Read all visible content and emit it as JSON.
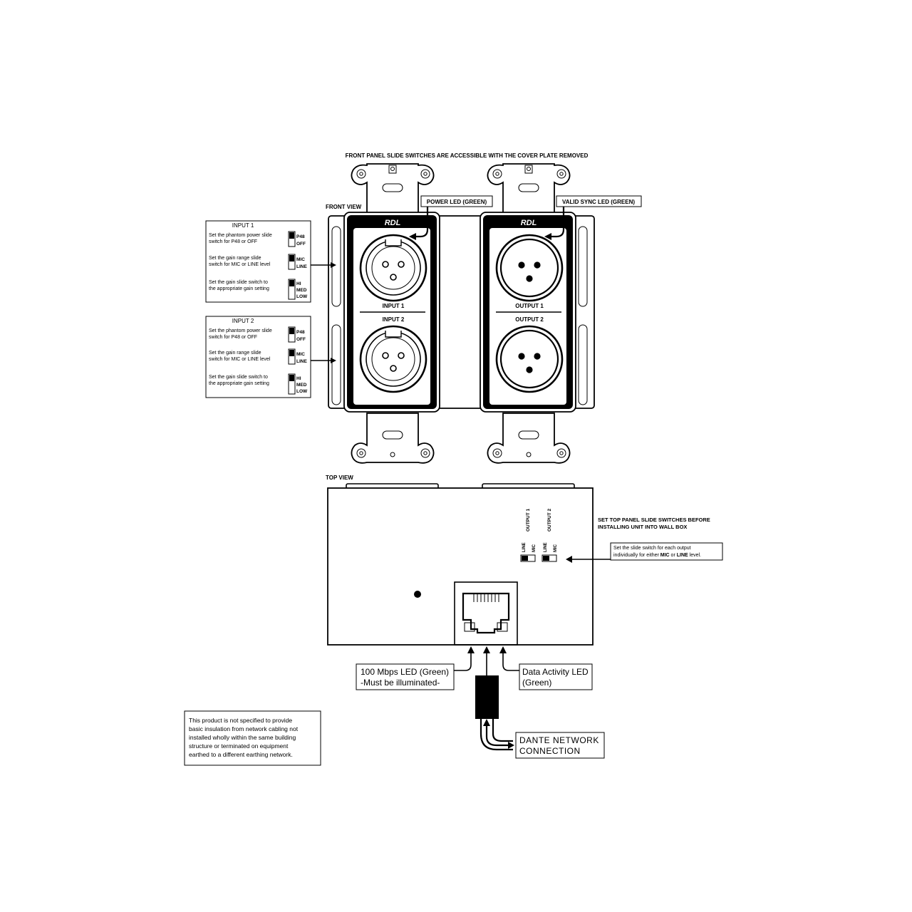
{
  "header_note": "FRONT PANEL SLIDE SWITCHES ARE ACCESSIBLE WITH THE COVER PLATE REMOVED",
  "front_view": {
    "title": "FRONT VIEW",
    "power_led_label": "POWER LED (GREEN)",
    "valid_sync_led_label": "VALID SYNC LED (GREEN)",
    "brand_left": "RDL",
    "brand_right": "RDL",
    "input_1": "INPUT 1",
    "input_2": "INPUT 2",
    "output_1": "OUTPUT 1",
    "output_2": "OUTPUT 2"
  },
  "input_boxes": [
    {
      "title": "INPUT 1",
      "phantom_line1": "Set the phantom power slide",
      "phantom_line2": "switch for P48 or OFF",
      "phantom_pos1": "P48",
      "phantom_pos2": "OFF",
      "range_line1": "Set the gain range slide",
      "range_line2": "switch for MIC or LINE level",
      "range_pos1": "MIC",
      "range_pos2": "LINE",
      "gain_line1": "Set the gain slide switch to",
      "gain_line2": "the appropriate gain setting",
      "gain_pos1": "HI",
      "gain_pos2": "MED",
      "gain_pos3": "LOW"
    },
    {
      "title": "INPUT 2",
      "phantom_line1": "Set the phantom power slide",
      "phantom_line2": "switch for P48 or OFF",
      "phantom_pos1": "P48",
      "phantom_pos2": "OFF",
      "range_line1": "Set the gain range slide",
      "range_line2": "switch for MIC or LINE level",
      "range_pos1": "MIC",
      "range_pos2": "LINE",
      "gain_line1": "Set the gain slide switch to",
      "gain_line2": "the appropriate gain setting",
      "gain_pos1": "HI",
      "gain_pos2": "MED",
      "gain_pos3": "LOW"
    }
  ],
  "top_view": {
    "title": "TOP VIEW",
    "output_1": "OUTPUT 1",
    "output_2": "OUTPUT 2",
    "line": "LINE",
    "mic": "MIC",
    "note_line1": "SET TOP PANEL SLIDE SWITCHES BEFORE",
    "note_line2": "INSTALLING UNIT INTO WALL BOX",
    "callout_line1": "Set the slide switch for each output",
    "callout_line2_pre": "individually for either ",
    "callout_mic": "MIC",
    "callout_or": " or ",
    "callout_line": "LINE",
    "callout_post": " level."
  },
  "network": {
    "led_100_line1": "100 Mbps LED (Green)",
    "led_100_line2": "-Must be illuminated-",
    "data_led_line1": "Data Activity LED",
    "data_led_line2": "(Green)",
    "dante_line1": "DANTE NETWORK",
    "dante_line2": "CONNECTION"
  },
  "disclaimer": [
    "This product is not specified to provide",
    "basic insulation from network cabling not",
    "installed wholly within the same building",
    "structure or terminated on equipment",
    "earthed to a different earthing network."
  ]
}
